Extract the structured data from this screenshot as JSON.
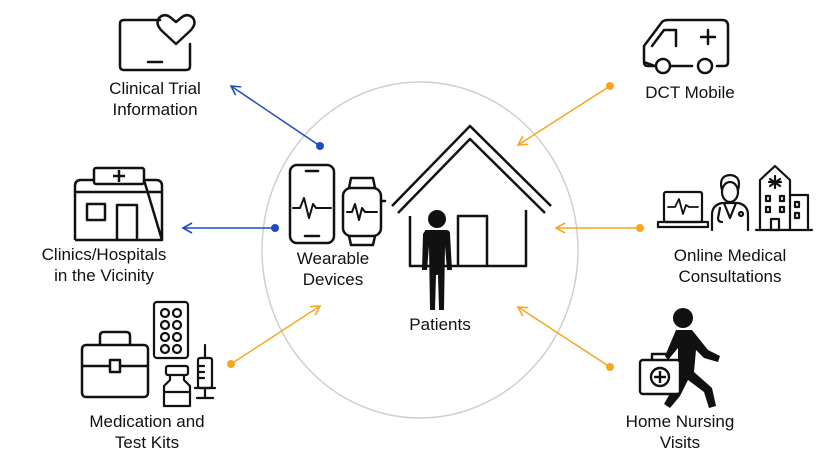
{
  "labels": {
    "clinical_trial": [
      "Clinical Trial",
      "Information"
    ],
    "clinics": [
      "Clinics/Hospitals",
      "in the Vicinity"
    ],
    "medication": [
      "Medication and",
      "Test Kits"
    ],
    "wearable": [
      "Wearable",
      "Devices"
    ],
    "patients": "Patients",
    "dct_mobile": "DCT Mobile",
    "online": [
      "Online Medical",
      "Consultations"
    ],
    "home_nursing": [
      "Home Nursing",
      "Visits"
    ]
  },
  "colors": {
    "blue": "#1f4bc4",
    "orange": "#f6a623",
    "circle": "#cfcfcf",
    "icon": "#111111"
  },
  "icons": [
    "tablet-heart-icon",
    "clinic-building-icon",
    "briefcase-icon",
    "pill-blister-icon",
    "vial-icon",
    "syringe-icon",
    "smartphone-ecg-icon",
    "smartwatch-ecg-icon",
    "house-icon",
    "person-icon",
    "ambulance-icon",
    "laptop-ecg-icon",
    "doctor-icon",
    "hospital-icon",
    "nurse-walking-icon",
    "medical-bag-icon"
  ]
}
